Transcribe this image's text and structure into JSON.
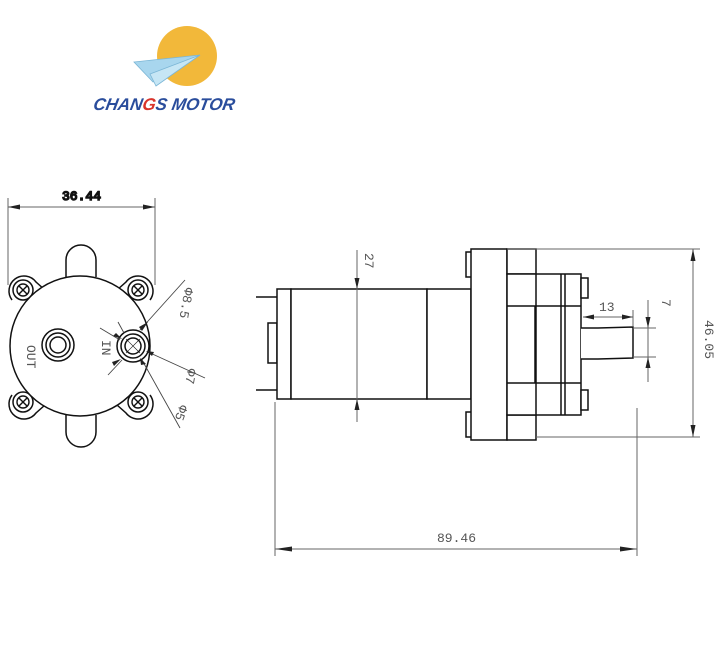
{
  "logo": {
    "brand": "CHANGS MOTOR",
    "brand_part1": "CHAN",
    "brand_part2": "G",
    "brand_part3": "S MOTOR",
    "sun_color": "#F2B83A",
    "plane_color": "#A8D6EE",
    "text_color": "#2A4D9C",
    "accent_color": "#D9342B"
  },
  "front_view": {
    "width_dim": "36.44",
    "inlet_label": "OUT",
    "outlet_label": "IN",
    "diam_outer": "Φ8.5",
    "diam_mid": "Φ7",
    "diam_inner": "Φ5"
  },
  "side_view": {
    "body_dim": "27",
    "height_dim": "46.05",
    "nozzle_length_dim": "13",
    "nozzle_diam_dim": "7",
    "total_length_dim": "89.46"
  },
  "colors": {
    "line": "#111111",
    "dim_line": "#666666"
  }
}
